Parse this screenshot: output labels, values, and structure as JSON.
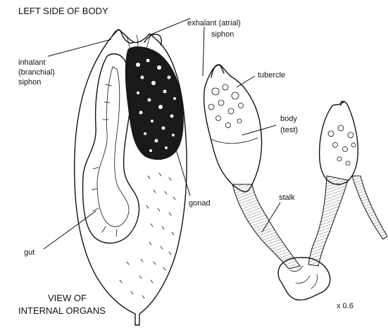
{
  "labels": {
    "left_side": "LEFT SIDE OF BODY",
    "inhalant_1": "inhalant",
    "inhalant_2": "(branchial)",
    "inhalant_3": "siphon",
    "exhalant_1": "exhalant (atrial)",
    "exhalant_2": "siphon",
    "tubercle": "tubercle",
    "body_1": "body",
    "body_2": "(test)",
    "gonad": "gonad",
    "stalk": "stalk",
    "gut": "gut",
    "view_1": "VIEW OF",
    "view_2": "INTERNAL ORGANS",
    "scale": "x 0.6"
  }
}
